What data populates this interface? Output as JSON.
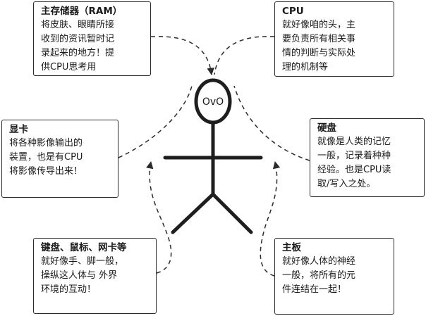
{
  "figure": {
    "head_label": "OvO"
  },
  "boxes": {
    "ram": {
      "title": "主存储器（RAM）",
      "text": "将皮肤、眼睛所接\n收到的资讯暂时记\n录起来的地方！提\n供CPU思考用"
    },
    "cpu": {
      "title": "CPU",
      "text": "就好像咱的头，主\n要负责所有相关事\n情的判断与实际处\n理的机制等"
    },
    "gpu": {
      "title": "显卡",
      "text": "将各种影像输出的\n装置，也是有CPU\n将影像传导出来！"
    },
    "disk": {
      "title": "硬盘",
      "text": "就像是人类的记忆\n一般，记录着种种\n经验。也是CPU读\n取/写入之处。"
    },
    "input": {
      "title": "键盘、鼠标、网卡等",
      "text": "就好像手、脚一般，\n操纵这人体与 外界\n环境的互动！"
    },
    "board": {
      "title": "主板",
      "text": "就好像人体的神经\n一般，将所有的元\n件连结在一起！"
    }
  },
  "colors": {
    "line": "#2b2b2b",
    "figure": "#1e1e1e",
    "background": "#ffffff"
  }
}
